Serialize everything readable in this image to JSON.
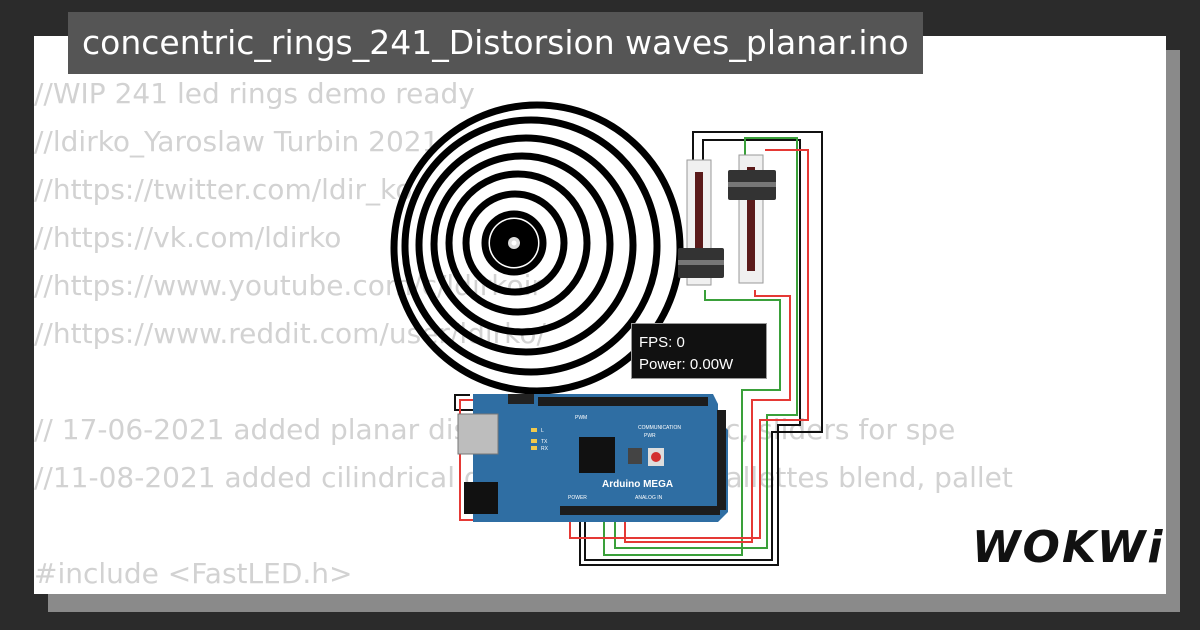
{
  "title": "concentric_rings_241_Distorsion waves_planar.ino",
  "code_lines": [
    "//WIP 241 led rings demo ready",
    "//ldirko_Yaroslaw Turbin 2021",
    "//https://twitter.com/ldir_ko",
    "//https://vk.com/ldirko",
    "//https://www.youtube.com/c/ldirkoir",
    "//https://www.reddit.com/user/ldirko/",
    "",
    "// 17-06-2021 added planar distorsion waves effec, sliders for spe",
    "//11-08-2021 added cilindrical distorsion effect, pallettes blend, pallet",
    "",
    "#include <FastLED.h>"
  ],
  "fps_display": {
    "fps": "FPS: 0",
    "power": "Power: 0.00W"
  },
  "board": {
    "name": "Arduino MEGA",
    "pwm": "PWM",
    "communication": "COMMUNICATION",
    "power": "POWER",
    "analog_in": "ANALOG IN",
    "led_l": "L",
    "led_tx": "TX",
    "led_rx": "RX",
    "pwr": "PWR"
  },
  "brand": "WOKWi",
  "colors": {
    "board": "#2f6ea3",
    "wire_red": "#e53935",
    "wire_green": "#3aa03a",
    "wire_black": "#111111"
  }
}
